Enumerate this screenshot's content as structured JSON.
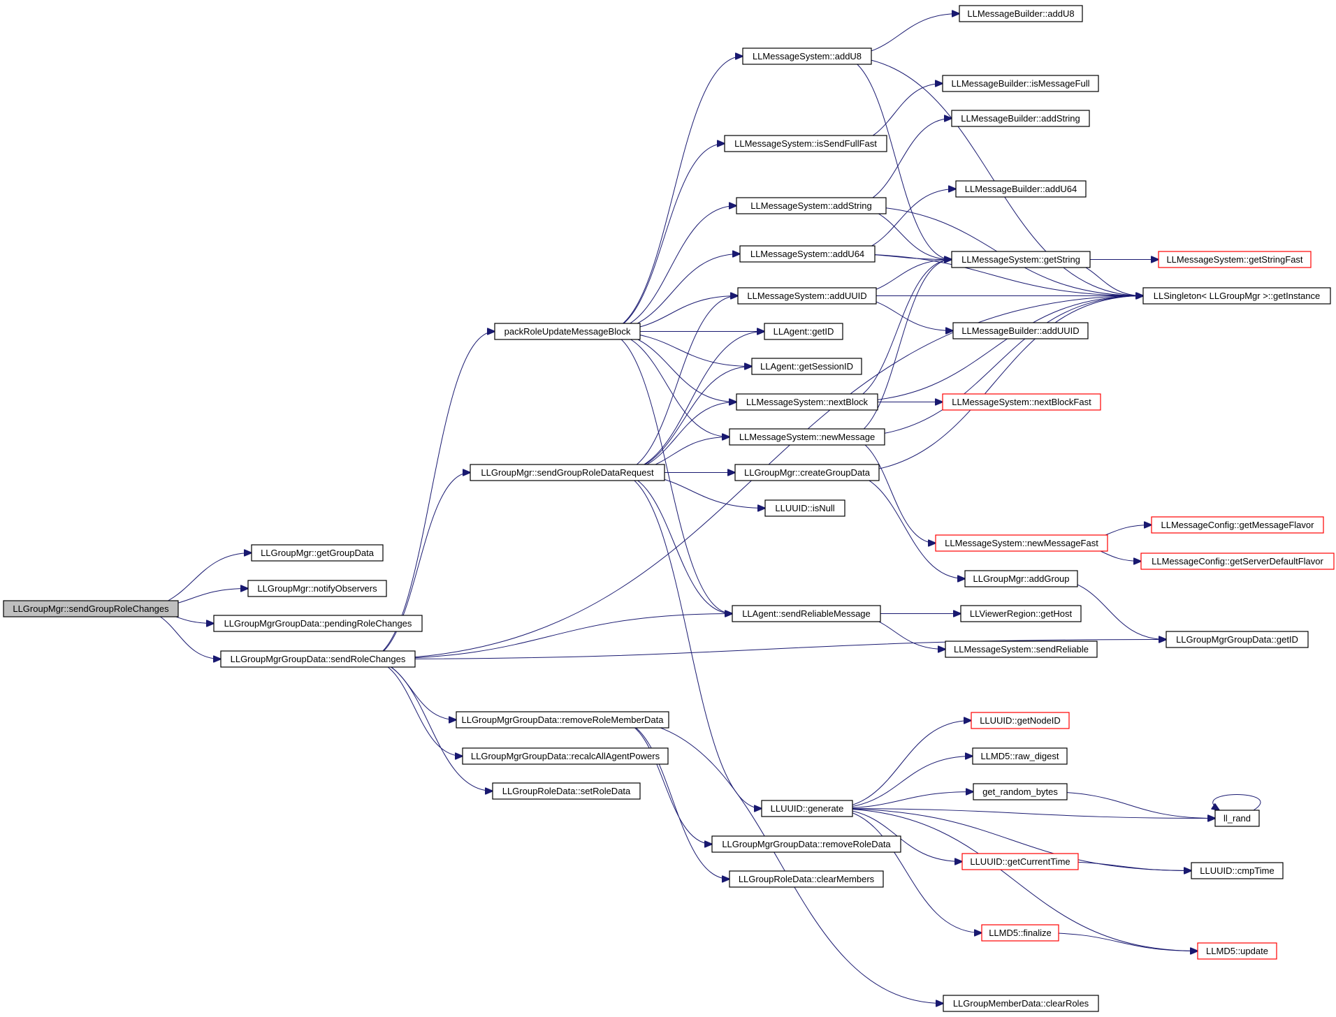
{
  "graph": {
    "title": "",
    "nodes": [
      {
        "id": "root",
        "label": "LLGroupMgr::sendGroupRoleChanges",
        "root": true
      },
      {
        "id": "getGroupData",
        "label": "LLGroupMgr::getGroupData"
      },
      {
        "id": "notifyObservers",
        "label": "LLGroupMgr::notifyObservers"
      },
      {
        "id": "pendingRoleChanges",
        "label": "LLGroupMgrGroupData::pendingRoleChanges"
      },
      {
        "id": "sendRoleChanges",
        "label": "LLGroupMgrGroupData::sendRoleChanges"
      },
      {
        "id": "packRole",
        "label": "packRoleUpdateMessageBlock"
      },
      {
        "id": "sendGroupRoleDataRequest",
        "label": "LLGroupMgr::sendGroupRoleDataRequest"
      },
      {
        "id": "removeRoleMemberData",
        "label": "LLGroupMgrGroupData::removeRoleMemberData"
      },
      {
        "id": "recalcAllAgentPowers",
        "label": "LLGroupMgrGroupData::recalcAllAgentPowers"
      },
      {
        "id": "setRoleData",
        "label": "LLGroupRoleData::setRoleData"
      },
      {
        "id": "msAddU8",
        "label": "LLMessageSystem::addU8"
      },
      {
        "id": "msIsSendFullFast",
        "label": "LLMessageSystem::isSendFullFast"
      },
      {
        "id": "msAddString",
        "label": "LLMessageSystem::addString"
      },
      {
        "id": "msAddU64",
        "label": "LLMessageSystem::addU64"
      },
      {
        "id": "msAddUUID",
        "label": "LLMessageSystem::addUUID"
      },
      {
        "id": "agentGetID",
        "label": "LLAgent::getID"
      },
      {
        "id": "agentGetSessionID",
        "label": "LLAgent::getSessionID"
      },
      {
        "id": "msNextBlock",
        "label": "LLMessageSystem::nextBlock"
      },
      {
        "id": "msNewMessage",
        "label": "LLMessageSystem::newMessage"
      },
      {
        "id": "createGroupData",
        "label": "LLGroupMgr::createGroupData"
      },
      {
        "id": "uuidIsNull",
        "label": "LLUUID::isNull"
      },
      {
        "id": "sendReliableMessage",
        "label": "LLAgent::sendReliableMessage"
      },
      {
        "id": "uuidGenerate",
        "label": "LLUUID::generate"
      },
      {
        "id": "removeRoleData",
        "label": "LLGroupMgrGroupData::removeRoleData"
      },
      {
        "id": "clearMembers",
        "label": "LLGroupRoleData::clearMembers"
      },
      {
        "id": "mbAddU8",
        "label": "LLMessageBuilder::addU8"
      },
      {
        "id": "mbIsMessageFull",
        "label": "LLMessageBuilder::isMessageFull"
      },
      {
        "id": "mbAddString",
        "label": "LLMessageBuilder::addString"
      },
      {
        "id": "mbAddU64",
        "label": "LLMessageBuilder::addU64"
      },
      {
        "id": "msGetString",
        "label": "LLMessageSystem::getString"
      },
      {
        "id": "mbAddUUID",
        "label": "LLMessageBuilder::addUUID"
      },
      {
        "id": "msNextBlockFast",
        "label": "LLMessageSystem::nextBlockFast",
        "red": true
      },
      {
        "id": "msNewMessageFast",
        "label": "LLMessageSystem::newMessageFast",
        "red": true
      },
      {
        "id": "addGroup",
        "label": "LLGroupMgr::addGroup"
      },
      {
        "id": "viewerGetHost",
        "label": "LLViewerRegion::getHost"
      },
      {
        "id": "msSendReliable",
        "label": "LLMessageSystem::sendReliable"
      },
      {
        "id": "uuidGetNodeID",
        "label": "LLUUID::getNodeID",
        "red": true
      },
      {
        "id": "md5RawDigest",
        "label": "LLMD5::raw_digest"
      },
      {
        "id": "getRandomBytes",
        "label": "get_random_bytes"
      },
      {
        "id": "uuidGetCurrentTime",
        "label": "LLUUID::getCurrentTime",
        "red": true
      },
      {
        "id": "md5Finalize",
        "label": "LLMD5::finalize",
        "red": true
      },
      {
        "id": "clearRoles",
        "label": "LLGroupMemberData::clearRoles"
      },
      {
        "id": "msGetStringFast",
        "label": "LLMessageSystem::getStringFast",
        "red": true
      },
      {
        "id": "singletonGetInstance",
        "label": "LLSingleton< LLGroupMgr >::getInstance"
      },
      {
        "id": "mcGetMessageFlavor",
        "label": "LLMessageConfig::getMessageFlavor",
        "red": true
      },
      {
        "id": "mcGetServerDefaultFlavor",
        "label": "LLMessageConfig::getServerDefaultFlavor",
        "red": true
      },
      {
        "id": "gmgdGetID",
        "label": "LLGroupMgrGroupData::getID"
      },
      {
        "id": "llRand",
        "label": "ll_rand"
      },
      {
        "id": "uuidCmpTime",
        "label": "LLUUID::cmpTime"
      },
      {
        "id": "md5Update",
        "label": "LLMD5::update",
        "red": true
      }
    ],
    "edges": [
      [
        "root",
        "getGroupData"
      ],
      [
        "root",
        "notifyObservers"
      ],
      [
        "root",
        "pendingRoleChanges"
      ],
      [
        "root",
        "sendRoleChanges"
      ],
      [
        "sendRoleChanges",
        "packRole"
      ],
      [
        "sendRoleChanges",
        "sendGroupRoleDataRequest"
      ],
      [
        "sendRoleChanges",
        "sendReliableMessage"
      ],
      [
        "sendRoleChanges",
        "removeRoleMemberData"
      ],
      [
        "sendRoleChanges",
        "recalcAllAgentPowers"
      ],
      [
        "sendRoleChanges",
        "setRoleData"
      ],
      [
        "sendRoleChanges",
        "singletonGetInstance"
      ],
      [
        "sendRoleChanges",
        "gmgdGetID"
      ],
      [
        "packRole",
        "msAddU8"
      ],
      [
        "packRole",
        "msIsSendFullFast"
      ],
      [
        "packRole",
        "msAddString"
      ],
      [
        "packRole",
        "msAddU64"
      ],
      [
        "packRole",
        "msAddUUID"
      ],
      [
        "packRole",
        "agentGetID"
      ],
      [
        "packRole",
        "agentGetSessionID"
      ],
      [
        "packRole",
        "msNextBlock"
      ],
      [
        "packRole",
        "msNewMessage"
      ],
      [
        "packRole",
        "sendReliableMessage"
      ],
      [
        "sendGroupRoleDataRequest",
        "msAddUUID"
      ],
      [
        "sendGroupRoleDataRequest",
        "agentGetID"
      ],
      [
        "sendGroupRoleDataRequest",
        "agentGetSessionID"
      ],
      [
        "sendGroupRoleDataRequest",
        "msNextBlock"
      ],
      [
        "sendGroupRoleDataRequest",
        "msNewMessage"
      ],
      [
        "sendGroupRoleDataRequest",
        "createGroupData"
      ],
      [
        "sendGroupRoleDataRequest",
        "uuidIsNull"
      ],
      [
        "sendGroupRoleDataRequest",
        "sendReliableMessage"
      ],
      [
        "sendGroupRoleDataRequest",
        "uuidGenerate"
      ],
      [
        "removeRoleMemberData",
        "removeRoleData"
      ],
      [
        "removeRoleMemberData",
        "clearMembers"
      ],
      [
        "removeRoleMemberData",
        "clearRoles"
      ],
      [
        "msAddU8",
        "mbAddU8"
      ],
      [
        "msAddU8",
        "msGetString"
      ],
      [
        "msAddU8",
        "singletonGetInstance"
      ],
      [
        "msIsSendFullFast",
        "mbIsMessageFull"
      ],
      [
        "msAddString",
        "mbAddString"
      ],
      [
        "msAddString",
        "msGetString"
      ],
      [
        "msAddString",
        "singletonGetInstance"
      ],
      [
        "msAddU64",
        "mbAddU64"
      ],
      [
        "msAddU64",
        "msGetString"
      ],
      [
        "msAddU64",
        "singletonGetInstance"
      ],
      [
        "msAddUUID",
        "msGetString"
      ],
      [
        "msAddUUID",
        "singletonGetInstance"
      ],
      [
        "msAddUUID",
        "mbAddUUID"
      ],
      [
        "msNextBlock",
        "msGetString"
      ],
      [
        "msNextBlock",
        "msNextBlockFast"
      ],
      [
        "msNextBlock",
        "singletonGetInstance"
      ],
      [
        "msNewMessage",
        "msGetString"
      ],
      [
        "msNewMessage",
        "msNewMessageFast"
      ],
      [
        "msNewMessage",
        "singletonGetInstance"
      ],
      [
        "createGroupData",
        "singletonGetInstance"
      ],
      [
        "createGroupData",
        "addGroup"
      ],
      [
        "sendReliableMessage",
        "viewerGetHost"
      ],
      [
        "sendReliableMessage",
        "msSendReliable"
      ],
      [
        "msGetString",
        "msGetStringFast"
      ],
      [
        "msGetString",
        "singletonGetInstance"
      ],
      [
        "msNewMessageFast",
        "mcGetMessageFlavor"
      ],
      [
        "msNewMessageFast",
        "mcGetServerDefaultFlavor"
      ],
      [
        "addGroup",
        "gmgdGetID"
      ],
      [
        "uuidGenerate",
        "uuidGetNodeID"
      ],
      [
        "uuidGenerate",
        "md5RawDigest"
      ],
      [
        "uuidGenerate",
        "getRandomBytes"
      ],
      [
        "uuidGenerate",
        "llRand"
      ],
      [
        "uuidGenerate",
        "uuidGetCurrentTime"
      ],
      [
        "uuidGenerate",
        "uuidCmpTime"
      ],
      [
        "uuidGenerate",
        "md5Finalize"
      ],
      [
        "uuidGenerate",
        "md5Update"
      ],
      [
        "getRandomBytes",
        "llRand"
      ],
      [
        "llRand",
        "llRand"
      ],
      [
        "uuidGetCurrentTime",
        "uuidCmpTime"
      ],
      [
        "md5Finalize",
        "md5Update"
      ]
    ]
  }
}
